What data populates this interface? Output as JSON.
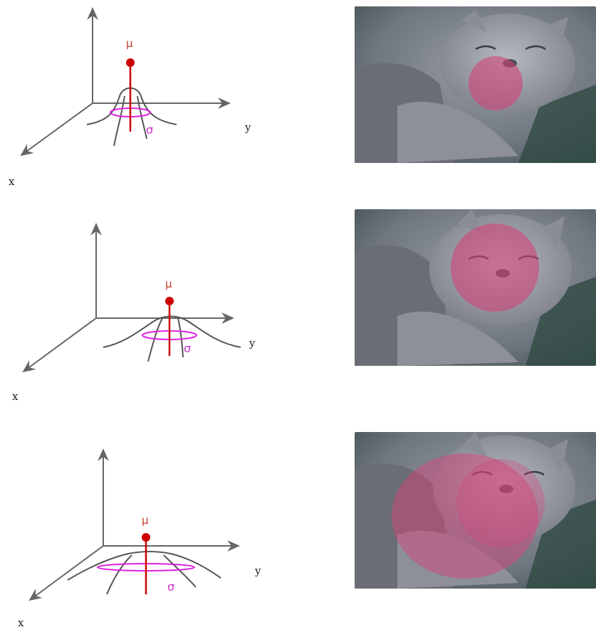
{
  "labels": {
    "x": "x",
    "y": "y",
    "mu": "μ",
    "sigma": "σ"
  },
  "colors": {
    "axis": "#666666",
    "curve": "#555555",
    "mean_marker": "#cc0000",
    "sigma_ellipse": "#dd22dd",
    "overlay": "#d1457a"
  },
  "panels": [
    {
      "id": "narrow",
      "spread_level": 1
    },
    {
      "id": "medium",
      "spread_level": 2
    },
    {
      "id": "wide",
      "spread_level": 3
    }
  ]
}
